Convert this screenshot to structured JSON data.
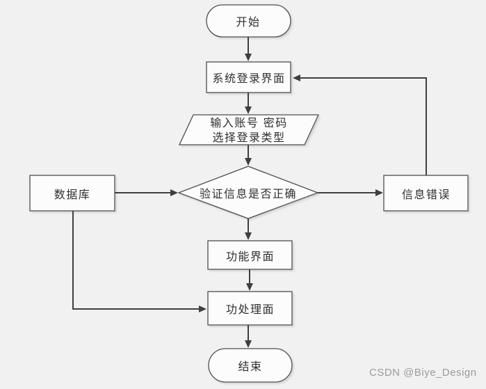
{
  "diagram": {
    "type": "flowchart",
    "nodes": {
      "start": {
        "label": "开始",
        "shape": "stadium"
      },
      "login": {
        "label": "系统登录界面",
        "shape": "rectangle"
      },
      "input": {
        "line1": "输入账号 密码",
        "line2": "选择登录类型",
        "shape": "parallelogram"
      },
      "verify": {
        "label": "验证信息是否正确",
        "shape": "diamond"
      },
      "database": {
        "label": "数据库",
        "shape": "rectangle"
      },
      "error": {
        "label": "信息错误",
        "shape": "rectangle"
      },
      "function": {
        "label": "功能界面",
        "shape": "rectangle"
      },
      "process": {
        "label": "功处理面",
        "shape": "rectangle"
      },
      "end": {
        "label": "结束",
        "shape": "stadium"
      }
    },
    "edges": [
      "start -> login",
      "login -> input",
      "input -> verify",
      "verify -> function",
      "function -> process",
      "process -> end",
      "database -> verify",
      "verify -> error",
      "error -> login",
      "database -> process"
    ]
  },
  "colors": {
    "background": "#f1f1f1",
    "node_fill": "#fcfcfc",
    "node_border": "#4d4d4d",
    "connector": "#3f3f3f",
    "text": "#2f2f2f",
    "watermark": "#9b9b9b"
  },
  "watermark": {
    "text": "CSDN @Biye_Design"
  }
}
